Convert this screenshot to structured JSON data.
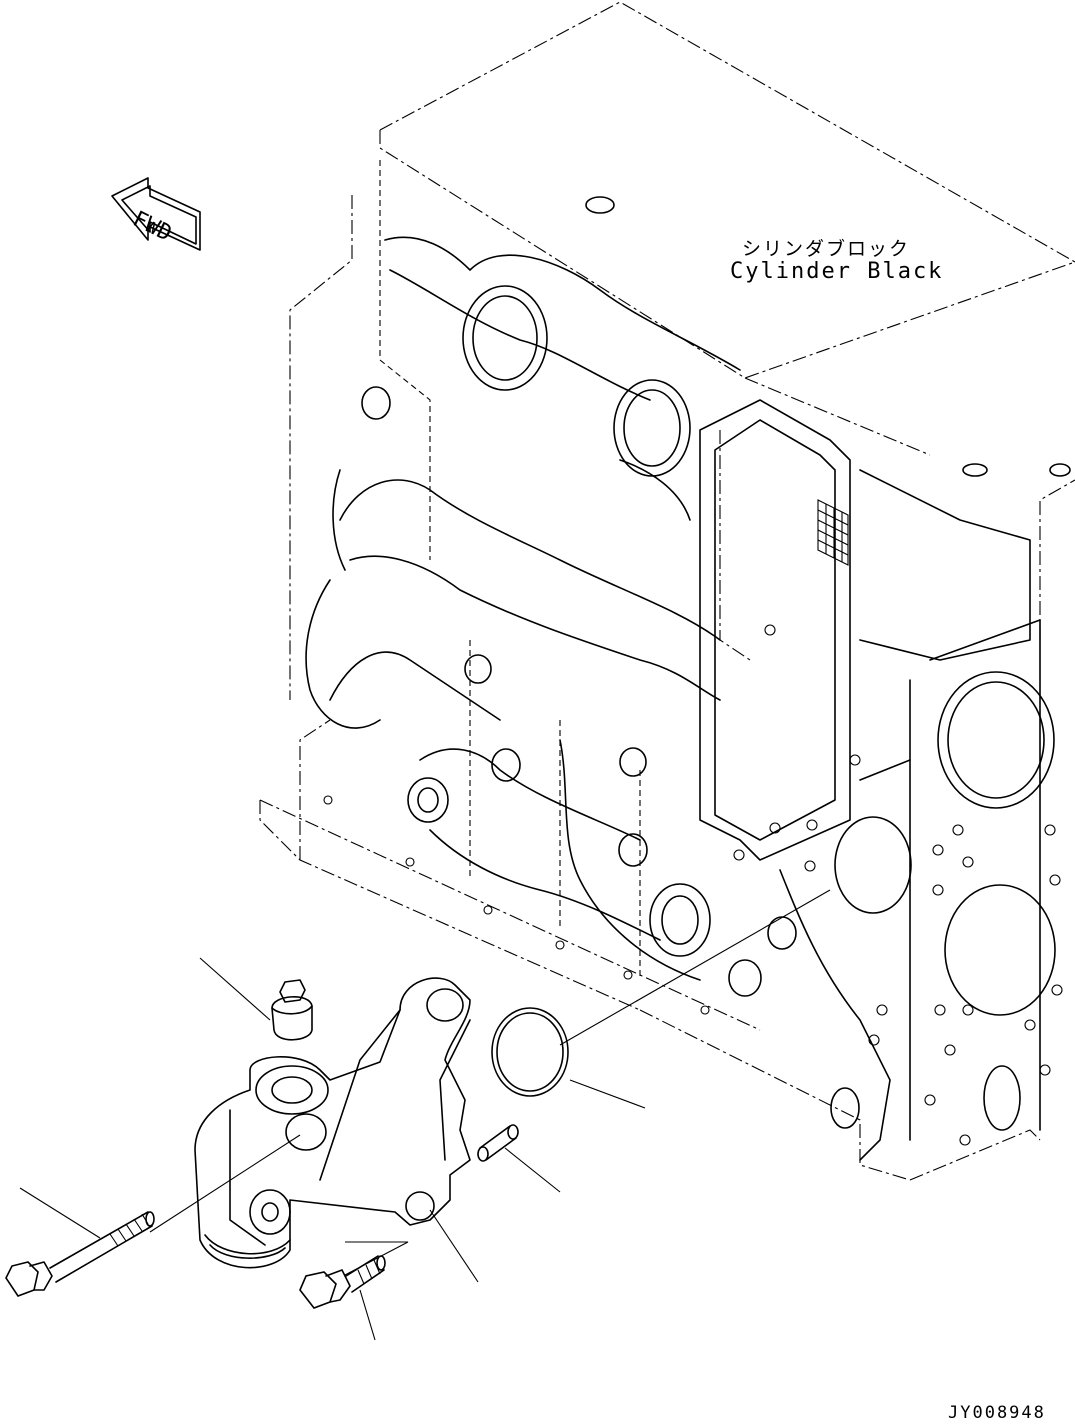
{
  "labels": {
    "part_jp": "シリンダブロック",
    "part_en": "Cylinder Black",
    "direction": "FWD",
    "drawing_id": "JY008948"
  },
  "colors": {
    "line": "#000000",
    "background": "#ffffff"
  }
}
